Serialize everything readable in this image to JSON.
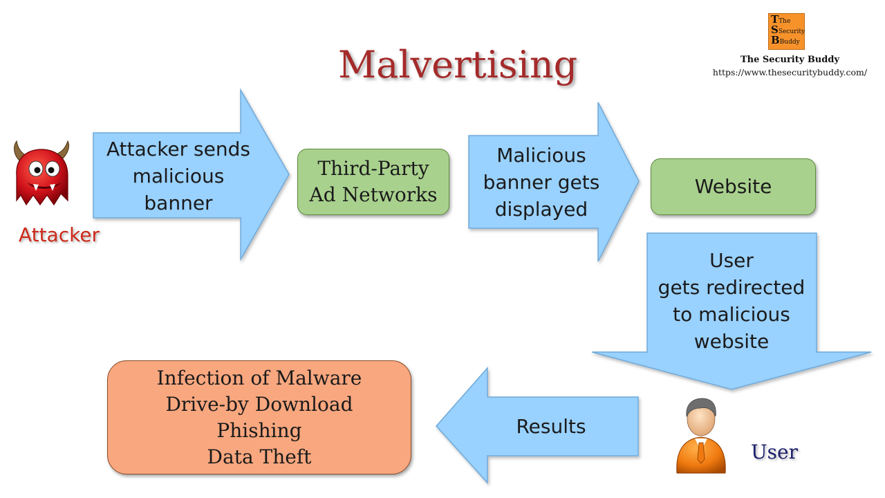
{
  "title": "Malvertising",
  "brand": {
    "logo_lines": [
      "The",
      "Security",
      "Buddy"
    ],
    "name": "The Security Buddy",
    "url": "https://www.thesecuritybuddy.com/"
  },
  "actors": {
    "attacker": "Attacker",
    "user": "User"
  },
  "flow": {
    "step1": [
      "Attacker sends",
      "malicious",
      "banner"
    ],
    "node1": [
      "Third-Party",
      "Ad Networks"
    ],
    "step2": [
      "Malicious",
      "banner gets",
      "displayed"
    ],
    "node2": "Website",
    "step3": [
      "User",
      "gets redirected",
      "to malicious",
      "website"
    ],
    "step4": "Results",
    "outcomes": [
      "Infection of Malware",
      "Drive-by Download",
      "Phishing",
      "Data Theft"
    ]
  },
  "colors": {
    "arrow_fill": "#99d1ff",
    "arrow_stroke": "#6fa9d8",
    "node_green": "#a9d18e",
    "node_orange": "#f8a77f",
    "title": "#a52a2a"
  }
}
